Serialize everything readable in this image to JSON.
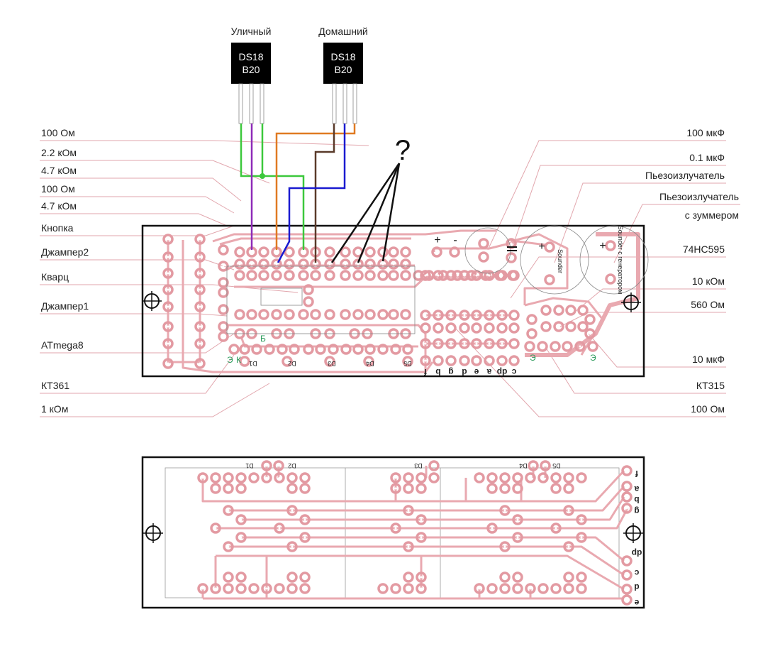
{
  "sensors": [
    {
      "title": "Уличный",
      "chip_line1": "DS18",
      "chip_line2": "B20"
    },
    {
      "title": "Домашний",
      "chip_line1": "DS18",
      "chip_line2": "B20"
    }
  ],
  "question_mark": "?",
  "left_labels": [
    "100 Ом",
    "2.2 кОм",
    "4.7 кОм",
    "100 Ом",
    "4.7 кОм",
    "Кнопка",
    "Джампер2",
    "Кварц",
    "Джампер1",
    "ATmega8",
    "КТ361",
    "1 кОм"
  ],
  "right_labels": [
    "100 мкФ",
    "0.1 мкФ",
    "Пьезоизлучатель",
    "Пьезоизлучатель",
    "с зуммером",
    "74HC595",
    "10 кОм",
    "560 Ом",
    "10 мкФ",
    "КТ315",
    "100 Ом"
  ],
  "board_top": {
    "silk": {
      "emitter_left": "Э",
      "collector_left": "К",
      "base_left": "Б",
      "emitter_r1": "Э",
      "emitter_r2": "Э",
      "plus1": "+",
      "minus1": "-",
      "plus2": "+",
      "plus3": "+",
      "buzzer1": "Sounder",
      "buzzer2": "Sounder с генератором"
    },
    "digits": [
      "D1",
      "D2",
      "D3",
      "D4",
      "D5"
    ],
    "segments": [
      "f",
      "b",
      "g",
      "d",
      "e",
      "a",
      "dp",
      "c"
    ]
  },
  "board_bottom": {
    "digits": [
      "D1",
      "D2",
      "D3",
      "D4",
      "D5"
    ],
    "segments": [
      "f",
      "a",
      "b",
      "g",
      "dp",
      "c",
      "d",
      "e"
    ]
  },
  "colors": {
    "trace": "#e9a9b0",
    "pad": "#e39aa2",
    "label_line": "#e2a6ad",
    "wire_green": "#3cc83c",
    "wire_purple": "#8e2bb8",
    "wire_orange": "#e07a22",
    "wire_brown": "#5a3a2a",
    "wire_blue": "#1a1ad0"
  }
}
